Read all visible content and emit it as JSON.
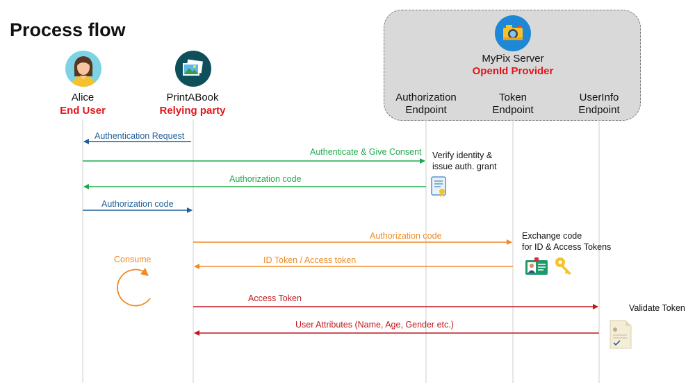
{
  "title": "Process flow",
  "server": {
    "name": "MyPix Server",
    "role": "OpenId Provider"
  },
  "actors": [
    {
      "name": "Alice",
      "role": "End User"
    },
    {
      "name": "PrintABook",
      "role": "Relying party"
    }
  ],
  "endpoints": [
    {
      "line1": "Authorization",
      "line2": "Endpoint"
    },
    {
      "line1": "Token",
      "line2": "Endpoint"
    },
    {
      "line1": "UserInfo",
      "line2": "Endpoint"
    }
  ],
  "messages": [
    {
      "label": "Authentication Request",
      "color": "#1f5f99"
    },
    {
      "label": "Authenticate & Give Consent",
      "color": "#1fa84a"
    },
    {
      "label": "Authorization code",
      "color": "#1fa84a"
    },
    {
      "label": "Authorization code",
      "color": "#1f5f99"
    },
    {
      "label": "Authorization code",
      "color": "#f08a24"
    },
    {
      "label": "ID Token / Access token",
      "color": "#f08a24"
    },
    {
      "label": "Access Token",
      "color": "#c0171d"
    },
    {
      "label": "User Attributes (Name, Age, Gender etc.)",
      "color": "#c0171d"
    }
  ],
  "notes": {
    "verify": {
      "line1": "Verify identity &",
      "line2": "issue auth. grant"
    },
    "exchange": {
      "line1": "Exchange code",
      "line2": "for ID & Access Tokens"
    },
    "validate": "Validate Token",
    "consume": "Consume"
  },
  "icons": {
    "server": "camera-icon",
    "alice": "user-avatar-icon",
    "printabook": "photos-icon",
    "verify": "certificate-icon",
    "exchange_card": "id-card-icon",
    "exchange_key": "key-icon",
    "validate": "document-check-icon",
    "consume": "circular-arrow-icon"
  },
  "colors": {
    "role_red": "#e0161c",
    "blue": "#1f5f99",
    "green": "#1fa84a",
    "orange": "#f08a24",
    "red": "#c0171d"
  }
}
